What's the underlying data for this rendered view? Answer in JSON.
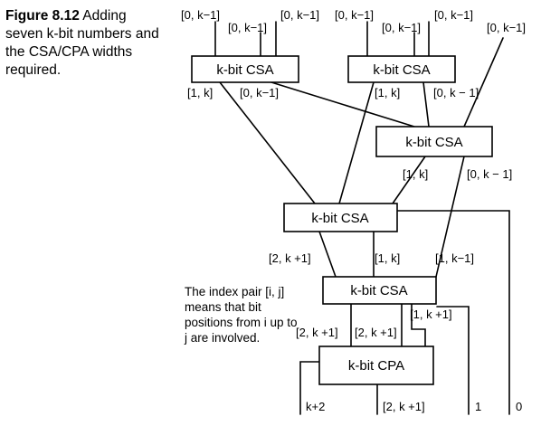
{
  "caption": {
    "figure_label": "Figure 8.12",
    "text": "Adding seven k-bit numbers and the CSA/CPA widths required."
  },
  "inputs": [
    "[0, k−1]",
    "[0, k−1]",
    "[0, k−1]",
    "[0, k−1]",
    "[0, k−1]",
    "[0, k−1]",
    "[0, k−1]"
  ],
  "blocks": {
    "csa1": "k-bit CSA",
    "csa2": "k-bit CSA",
    "csa3": "k-bit CSA",
    "csa4": "k-bit CSA",
    "csa5": "k-bit CSA",
    "cpa": "k-bit CPA"
  },
  "wire_labels": {
    "csa1_left": "[1, k]",
    "csa1_right": "[0, k−1]",
    "csa2_left": "[1, k]",
    "csa2_right": "[0, k − 1]",
    "csa3_left": "[1, k]",
    "csa3_right": "[0, k − 1]",
    "csa4_left": "[2, k +1]",
    "csa4_right": "[1, k]",
    "into_csa5_right": "[1, k−1]",
    "csa5_right": "[1, k +1]",
    "csa5_left": "[2, k +1]",
    "csa5_mid": "[2, k +1]",
    "out_msb": "k+2",
    "out_mid": "[2, k +1]",
    "out_1": "1",
    "out_0": "0"
  },
  "note": "The index pair [i, j] means that bit positions from i up to j are involved."
}
